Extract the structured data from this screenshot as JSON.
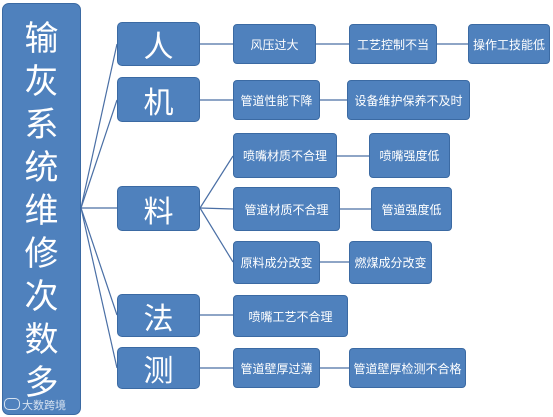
{
  "diagram": {
    "root": "输灰系统维修次数多",
    "categories": [
      {
        "id": "ren",
        "label": "人",
        "causes": [
          "风压过大",
          "工艺控制不当",
          "操作工技能低"
        ]
      },
      {
        "id": "ji",
        "label": "机",
        "causes": [
          "管道性能下降",
          "设备维护保养不及时"
        ]
      },
      {
        "id": "liao",
        "label": "料",
        "causes": [
          "喷嘴材质不合理",
          "喷嘴强度低",
          "管道材质不合理",
          "管道强度低",
          "原料成分改变",
          "燃煤成分改变"
        ]
      },
      {
        "id": "fa",
        "label": "法",
        "causes": [
          "喷嘴工艺不合理"
        ]
      },
      {
        "id": "ce",
        "label": "测",
        "causes": [
          "管道壁厚过薄",
          "管道壁厚检测不合格"
        ]
      }
    ],
    "colors": {
      "box": "#4f81bd",
      "border": "#3b6aa3",
      "line": "#4a6fa5",
      "text": "#ffffff"
    }
  },
  "watermark": "大数跨境"
}
